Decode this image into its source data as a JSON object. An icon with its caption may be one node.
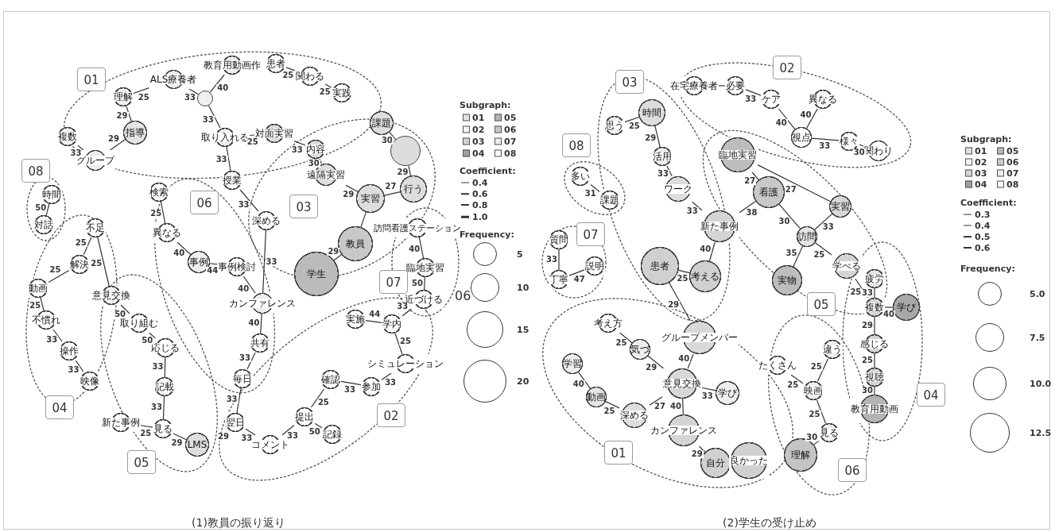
{
  "diagram": {
    "nodes": [
      {
        "text": [
          "理解"
        ]
      },
      {
        "text": [
          "ALS療養者"
        ]
      },
      {
        "text": [],
        "shape": "circle"
      },
      {
        "text": [
          "教育用動画作"
        ]
      },
      {
        "text": [
          "患者"
        ]
      },
      {
        "text": [
          "関わる"
        ]
      },
      {
        "text": [
          "実践"
        ]
      },
      {
        "text": [
          "指導"
        ]
      },
      {
        "text": [
          "複数"
        ]
      },
      {
        "text": [
          "グループ"
        ]
      },
      {
        "text": [
          "取り入れる"
        ]
      },
      {
        "text": [
          "対面実習"
        ]
      },
      {
        "text": [
          "内容"
        ]
      },
      {
        "text": [
          "課題"
        ]
      },
      {
        "text": [],
        "shape": "circle"
      },
      {
        "text": [
          "遠隔実習"
        ]
      },
      {
        "text": [
          "行う"
        ]
      },
      {
        "text": [
          "実習"
        ]
      },
      {
        "text": [
          "訪問看護ステーション"
        ]
      },
      {
        "text": [
          "教員"
        ]
      },
      {
        "text": [
          "学生"
        ]
      },
      {
        "text": [
          "臨地実習"
        ]
      },
      {
        "text": [
          "近づける"
        ]
      },
      {
        "text": [
          "時間"
        ]
      },
      {
        "text": [
          "対話"
        ]
      },
      {
        "text": [
          "授業"
        ]
      },
      {
        "text": [
          "深める"
        ]
      },
      {
        "text": [
          "検索"
        ]
      },
      {
        "text": [
          "異なる"
        ]
      },
      {
        "text": [
          "事例"
        ]
      },
      {
        "text": [
          "事例検討"
        ]
      },
      {
        "text": [
          "カンファレンス"
        ]
      },
      {
        "text": [
          "共有"
        ]
      },
      {
        "text": [
          "毎日"
        ]
      },
      {
        "text": [
          "翌日"
        ]
      },
      {
        "text": [
          "コメント"
        ]
      },
      {
        "text": [
          "提出"
        ]
      },
      {
        "text": [
          "記録"
        ]
      },
      {
        "text": [
          "確認"
        ]
      },
      {
        "text": [
          "参加"
        ]
      },
      {
        "text": [
          "シミュレーション"
        ]
      },
      {
        "text": [
          "学内"
        ]
      },
      {
        "text": [
          "実施"
        ]
      },
      {
        "text": [
          "不足"
        ]
      },
      {
        "text": [
          "解決"
        ]
      },
      {
        "text": [
          "動画"
        ]
      },
      {
        "text": [
          "不慣れ"
        ]
      },
      {
        "text": [
          "操作"
        ]
      },
      {
        "text": [
          "映像"
        ]
      },
      {
        "text": [
          "意見交換"
        ]
      },
      {
        "text": [
          "取り組む"
        ]
      },
      {
        "text": [
          "応じる"
        ]
      },
      {
        "text": [
          "記載"
        ]
      },
      {
        "text": [
          "見る"
        ]
      },
      {
        "text": [
          "新た事例"
        ]
      },
      {
        "text": [
          "LMS"
        ]
      },
      {
        "text": [
          "01"
        ]
      },
      {
        "text": [
          "03"
        ]
      },
      {
        "text": [
          "06"
        ]
      },
      {
        "text": [
          "07"
        ]
      },
      {
        "text": [
          "08"
        ]
      },
      {
        "text": [
          "04"
        ]
      },
      {
        "text": [
          "05"
        ]
      },
      {
        "text": [
          "02"
        ]
      },
      {
        "text": [
          "在宅療養者"
        ]
      },
      {
        "text": [
          "必要"
        ]
      },
      {
        "text": [
          "ケア"
        ]
      },
      {
        "text": [
          "異なる"
        ]
      },
      {
        "text": [
          "視点"
        ]
      },
      {
        "text": [
          "様々"
        ]
      },
      {
        "text": [
          "関わり"
        ]
      },
      {
        "text": [
          "思う"
        ]
      },
      {
        "text": [
          "時間"
        ]
      },
      {
        "text": [
          "活用"
        ]
      },
      {
        "text": [
          "ワーク"
        ]
      },
      {
        "text": [
          "新た事例"
        ]
      },
      {
        "text": [
          "患者"
        ]
      },
      {
        "text": [
          "考える"
        ]
      },
      {
        "text": [
          "臨地実習"
        ]
      },
      {
        "text": [
          "看護"
        ]
      },
      {
        "text": [
          "実習"
        ]
      },
      {
        "text": [
          "訪問"
        ]
      },
      {
        "text": [
          "学べる"
        ]
      },
      {
        "text": [
          "実物"
        ]
      },
      {
        "text": [
          "多い"
        ]
      },
      {
        "text": [
          "課題"
        ]
      },
      {
        "text": [
          "質問"
        ]
      },
      {
        "text": [
          "丁寧"
        ]
      },
      {
        "text": [
          "説明"
        ]
      },
      {
        "text": [
          "疲労"
        ]
      },
      {
        "text": [
          "複数"
        ]
      },
      {
        "text": [
          "学び"
        ]
      },
      {
        "text": [
          "感じる"
        ]
      },
      {
        "text": [
          "視聴"
        ]
      },
      {
        "text": [
          "教育用動画"
        ]
      },
      {
        "text": [
          "考え方"
        ]
      },
      {
        "text": [
          "気づ"
        ]
      },
      {
        "text": [
          "グループメンバー"
        ]
      },
      {
        "text": [
          "学習"
        ]
      },
      {
        "text": [
          "意見交換"
        ]
      },
      {
        "text": [
          "学び"
        ]
      },
      {
        "text": [
          "動画"
        ]
      },
      {
        "text": [
          "深める"
        ]
      },
      {
        "text": [
          "カンファレンス"
        ]
      },
      {
        "text": [
          "自分"
        ]
      },
      {
        "text": [
          "良かった"
        ]
      },
      {
        "text": [
          "たくさん"
        ]
      },
      {
        "text": [
          "違う"
        ]
      },
      {
        "text": [
          "映画"
        ]
      },
      {
        "text": [
          "見る"
        ]
      },
      {
        "text": [
          "理解"
        ]
      },
      {
        "text": [
          "02"
        ]
      },
      {
        "text": [
          "03"
        ]
      },
      {
        "text": [
          "08"
        ]
      },
      {
        "text": [
          "07"
        ]
      },
      {
        "text": [
          "05"
        ]
      },
      {
        "text": [
          "04"
        ]
      },
      {
        "text": [
          "01"
        ]
      },
      {
        "text": [
          "06"
        ]
      }
    ],
    "edges": [
      {
        "from": 0,
        "to": 1,
        "arrow": "none",
        "label": "25"
      },
      {
        "from": 1,
        "to": 2,
        "arrow": "none",
        "label": "33"
      },
      {
        "from": 2,
        "to": 3,
        "arrow": "none",
        "label": "40"
      },
      {
        "from": 4,
        "to": 5,
        "arrow": "none",
        "label": "25"
      },
      {
        "from": 5,
        "to": 6,
        "arrow": "none",
        "label": "25"
      },
      {
        "from": 0,
        "to": 7,
        "arrow": "none",
        "label": "29"
      },
      {
        "from": 8,
        "to": 9,
        "arrow": "none",
        "label": "33"
      },
      {
        "from": 9,
        "to": 7,
        "arrow": "none",
        "label": "29"
      },
      {
        "from": 2,
        "to": 10,
        "arrow": "none",
        "label": "33"
      },
      {
        "from": 10,
        "to": 11,
        "arrow": "none",
        "label": "25"
      },
      {
        "from": 10,
        "to": 25,
        "arrow": "none",
        "label": "33"
      },
      {
        "from": 11,
        "to": 12,
        "arrow": "none",
        "label": "33"
      },
      {
        "from": 12,
        "to": 15,
        "arrow": "none",
        "label": "30"
      },
      {
        "from": 15,
        "to": 17,
        "arrow": "none",
        "label": "29"
      },
      {
        "from": 13,
        "to": 14,
        "arrow": "none",
        "label": "30"
      },
      {
        "from": 14,
        "to": 16,
        "arrow": "none",
        "label": "29"
      },
      {
        "from": 16,
        "to": 17,
        "arrow": "none",
        "label": "27"
      },
      {
        "from": 17,
        "to": 19,
        "arrow": "none"
      },
      {
        "from": 19,
        "to": 20,
        "arrow": "none",
        "label": "29"
      },
      {
        "from": 18,
        "to": 21,
        "arrow": "none",
        "label": "40"
      },
      {
        "from": 21,
        "to": 22,
        "arrow": "none",
        "label": "50"
      },
      {
        "from": 22,
        "to": 41,
        "arrow": "none",
        "label": "33"
      },
      {
        "from": 23,
        "to": 24,
        "arrow": "none",
        "label": "50"
      },
      {
        "from": 25,
        "to": 26,
        "arrow": "none",
        "label": "33"
      },
      {
        "from": 26,
        "to": 31,
        "arrow": "none",
        "label": "33"
      },
      {
        "from": 27,
        "to": 28,
        "arrow": "none",
        "label": "25"
      },
      {
        "from": 28,
        "to": 29,
        "arrow": "none",
        "label": "40"
      },
      {
        "from": 29,
        "to": 30,
        "arrow": "none",
        "label": "44"
      },
      {
        "from": 30,
        "to": 31,
        "arrow": "none",
        "label": "40"
      },
      {
        "from": 31,
        "to": 32,
        "arrow": "none",
        "label": "40"
      },
      {
        "from": 32,
        "to": 33,
        "arrow": "none",
        "label": "33"
      },
      {
        "from": 33,
        "to": 34,
        "arrow": "none",
        "label": "33"
      },
      {
        "from": 34,
        "to": 35,
        "arrow": "none",
        "label": "33"
      },
      {
        "from": 35,
        "to": 36,
        "arrow": "none",
        "label": "33"
      },
      {
        "from": 36,
        "to": 37,
        "arrow": "none",
        "label": "50"
      },
      {
        "from": 36,
        "to": 38,
        "arrow": "none",
        "label": "25"
      },
      {
        "from": 38,
        "to": 39,
        "arrow": "none",
        "label": "33"
      },
      {
        "from": 39,
        "to": 40,
        "arrow": "none",
        "label": "33"
      },
      {
        "from": 40,
        "to": 41,
        "arrow": "none",
        "label": "25"
      },
      {
        "from": 41,
        "to": 42,
        "arrow": "none",
        "label": "44"
      },
      {
        "from": 43,
        "to": 44,
        "arrow": "none",
        "label": "25"
      },
      {
        "from": 44,
        "to": 45,
        "arrow": "none",
        "label": "25"
      },
      {
        "from": 45,
        "to": 46,
        "arrow": "none",
        "label": "25"
      },
      {
        "from": 46,
        "to": 47,
        "arrow": "none",
        "label": "33"
      },
      {
        "from": 47,
        "to": 48,
        "arrow": "none",
        "label": "33"
      },
      {
        "from": 43,
        "to": 49,
        "arrow": "none",
        "label": "25"
      },
      {
        "from": 49,
        "to": 50,
        "arrow": "none",
        "label": "50"
      },
      {
        "from": 50,
        "to": 51,
        "arrow": "none",
        "label": "50"
      },
      {
        "from": 51,
        "to": 52,
        "arrow": "none",
        "label": "33"
      },
      {
        "from": 52,
        "to": 53,
        "arrow": "none",
        "label": "33"
      },
      {
        "from": 54,
        "to": 53,
        "arrow": "none",
        "label": "25"
      },
      {
        "from": 53,
        "to": 55,
        "arrow": "none",
        "label": "29"
      },
      {
        "from": 64,
        "to": 65,
        "arrow": "none"
      },
      {
        "from": 65,
        "to": 66,
        "arrow": "none",
        "label": "33"
      },
      {
        "from": 66,
        "to": 68,
        "arrow": "none",
        "label": "40"
      },
      {
        "from": 67,
        "to": 68,
        "arrow": "none",
        "label": "40"
      },
      {
        "from": 68,
        "to": 69,
        "arrow": "none",
        "label": "33"
      },
      {
        "from": 69,
        "to": 70,
        "arrow": "none",
        "label": "30"
      },
      {
        "from": 71,
        "to": 72,
        "arrow": "none",
        "label": "25"
      },
      {
        "from": 72,
        "to": 73,
        "arrow": "none",
        "label": "29"
      },
      {
        "from": 73,
        "to": 74,
        "arrow": "none",
        "label": "33"
      },
      {
        "from": 74,
        "to": 75,
        "arrow": "none",
        "label": "33"
      },
      {
        "from": 75,
        "to": 77,
        "arrow": "none",
        "label": "40"
      },
      {
        "from": 76,
        "to": 77,
        "arrow": "none",
        "label": "25"
      },
      {
        "from": 76,
        "to": 97,
        "arrow": "none",
        "label": "29"
      },
      {
        "from": 78,
        "to": 79,
        "arrow": "none",
        "label": "27"
      },
      {
        "from": 78,
        "to": 80,
        "arrow": "none",
        "label": "27"
      },
      {
        "from": 75,
        "to": 79,
        "arrow": "none",
        "label": "38"
      },
      {
        "from": 79,
        "to": 81,
        "arrow": "none",
        "label": "30"
      },
      {
        "from": 81,
        "to": 80,
        "arrow": "none",
        "label": "33"
      },
      {
        "from": 81,
        "to": 83,
        "arrow": "none",
        "label": "35"
      },
      {
        "from": 81,
        "to": 82,
        "arrow": "none",
        "label": "25"
      },
      {
        "from": 82,
        "to": 90,
        "arrow": "none",
        "label": "25"
      },
      {
        "from": 84,
        "to": 85,
        "arrow": "none",
        "label": "31"
      },
      {
        "from": 86,
        "to": 87,
        "arrow": "none",
        "label": "33"
      },
      {
        "from": 87,
        "to": 88,
        "arrow": "none",
        "label": "47"
      },
      {
        "from": 89,
        "to": 90,
        "arrow": "none",
        "label": "33"
      },
      {
        "from": 90,
        "to": 91,
        "arrow": "none",
        "label": "40"
      },
      {
        "from": 90,
        "to": 92,
        "arrow": "none",
        "label": "29"
      },
      {
        "from": 92,
        "to": 93,
        "arrow": "none",
        "label": "25"
      },
      {
        "from": 93,
        "to": 94,
        "arrow": "none",
        "label": "30"
      },
      {
        "from": 95,
        "to": 96,
        "arrow": "none",
        "label": "25"
      },
      {
        "from": 96,
        "to": 99,
        "arrow": "none",
        "label": "29"
      },
      {
        "from": 97,
        "to": 99,
        "arrow": "none",
        "label": "40"
      },
      {
        "from": 98,
        "to": 101,
        "arrow": "none",
        "label": "40"
      },
      {
        "from": 101,
        "to": 102,
        "arrow": "none",
        "label": "25"
      },
      {
        "from": 102,
        "to": 99,
        "arrow": "none",
        "label": "27"
      },
      {
        "from": 99,
        "to": 100,
        "arrow": "none",
        "label": "33"
      },
      {
        "from": 99,
        "to": 103,
        "arrow": "none",
        "label": "40"
      },
      {
        "from": 103,
        "to": 104,
        "arrow": "none",
        "label": "29"
      },
      {
        "from": 106,
        "to": 108,
        "arrow": "none",
        "label": "25"
      },
      {
        "from": 107,
        "to": 108,
        "arrow": "none",
        "label": "25"
      },
      {
        "from": 108,
        "to": 109,
        "arrow": "none",
        "label": "25"
      },
      {
        "from": 109,
        "to": 110,
        "arrow": "none",
        "label": "30"
      }
    ],
    "labels": [
      "Subgraph:",
      "Coefficient:",
      "Frequency:",
      "06",
      "29",
      "(1)教員の振り返り",
      "Subgraph:",
      "Coefficient:",
      "Frequency:",
      "(2)学生の受け止め"
    ],
    "legend": [
      {
        "text": "01",
        "color": "#e0e0e0"
      },
      {
        "text": "05",
        "color": "#b4b4b4"
      },
      {
        "text": "02",
        "color": "#f4f4f4"
      },
      {
        "text": "06",
        "color": "#c8c8c8"
      },
      {
        "text": "03",
        "color": "#d4d4d4"
      },
      {
        "text": "07",
        "color": "#ececec"
      },
      {
        "text": "04",
        "color": "#a0a0a0"
      },
      {
        "text": "08",
        "color": "#f8f8f8"
      },
      {
        "text": "0.4"
      },
      {
        "text": "0.6"
      },
      {
        "text": "0.8"
      },
      {
        "text": "1.0"
      },
      {
        "text": "5"
      },
      {
        "text": "10"
      },
      {
        "text": "15"
      },
      {
        "text": "20"
      },
      {
        "text": "01",
        "color": "#e0e0e0"
      },
      {
        "text": "05",
        "color": "#b4b4b4"
      },
      {
        "text": "02",
        "color": "#f4f4f4"
      },
      {
        "text": "06",
        "color": "#c8c8c8"
      },
      {
        "text": "03",
        "color": "#d4d4d4"
      },
      {
        "text": "07",
        "color": "#ececec"
      },
      {
        "text": "04",
        "color": "#a0a0a0"
      },
      {
        "text": "08",
        "color": "#f8f8f8"
      },
      {
        "text": "0.3"
      },
      {
        "text": "0.4"
      },
      {
        "text": "0.5"
      },
      {
        "text": "0.6"
      },
      {
        "text": "5.0"
      },
      {
        "text": "7.5"
      },
      {
        "text": "10.0"
      },
      {
        "text": "12.5"
      }
    ]
  }
}
